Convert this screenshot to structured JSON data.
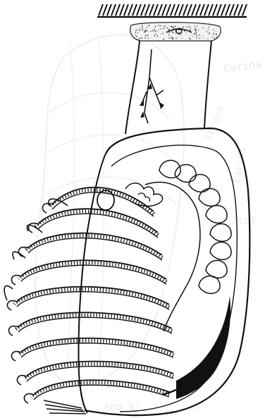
{
  "figure": {
    "subject": "barnacle-anatomy",
    "colors": {
      "ink": "#111111",
      "paper": "#ffffff",
      "ghost_text": "#d8d8d8",
      "ghost_lines": "#e4e4e4",
      "stipple": "#555555"
    },
    "ghost_text": {
      "right_label_1": "Carina",
      "right_label_2": "Carina",
      "right_label_3": "Scut",
      "right_label_4": "Tergum",
      "caption": "Abb.9: ",
      "caption_tail": "rn"
    }
  }
}
